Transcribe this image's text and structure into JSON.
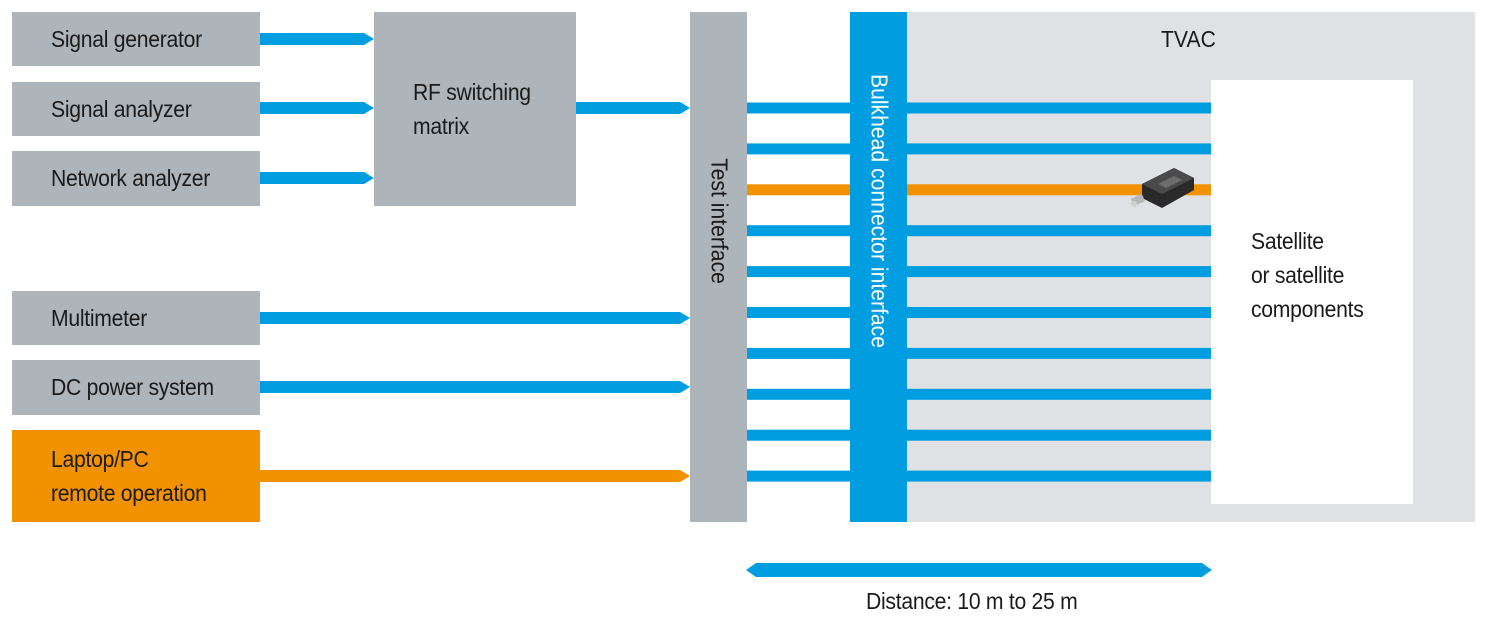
{
  "colors": {
    "instrument_box": "#adb4ba",
    "highlight": "#f39200",
    "link_blue": "#009ee0",
    "tvac_bg": "#dfe1e4",
    "bulkhead": "#009ee0"
  },
  "instruments": [
    {
      "id": "signal-generator",
      "label": "Signal generator",
      "highlight": false
    },
    {
      "id": "signal-analyzer",
      "label": "Signal analyzer",
      "highlight": false
    },
    {
      "id": "network-analyzer",
      "label": "Network analyzer",
      "highlight": false
    },
    {
      "id": "multimeter",
      "label": "Multimeter",
      "highlight": false
    },
    {
      "id": "dc-power-system",
      "label": "DC power system",
      "highlight": false
    },
    {
      "id": "laptop-pc",
      "label_lines": [
        "Laptop/PC",
        "remote operation"
      ],
      "highlight": true
    }
  ],
  "rf_switching_matrix": {
    "label_lines": [
      "RF switching",
      "matrix"
    ]
  },
  "test_interface": {
    "label": "Test interface"
  },
  "bulkhead": {
    "label": "Bulkhead connector interface"
  },
  "tvac": {
    "label": "TVAC"
  },
  "satellite": {
    "label_lines": [
      "Satellite",
      "or satellite",
      "components"
    ]
  },
  "cable_bus": {
    "count": 10,
    "highlighted_index": 2,
    "device_icon": "rf-power-sensor-icon"
  },
  "distance": {
    "label": "Distance: 10 m to 25 m"
  }
}
